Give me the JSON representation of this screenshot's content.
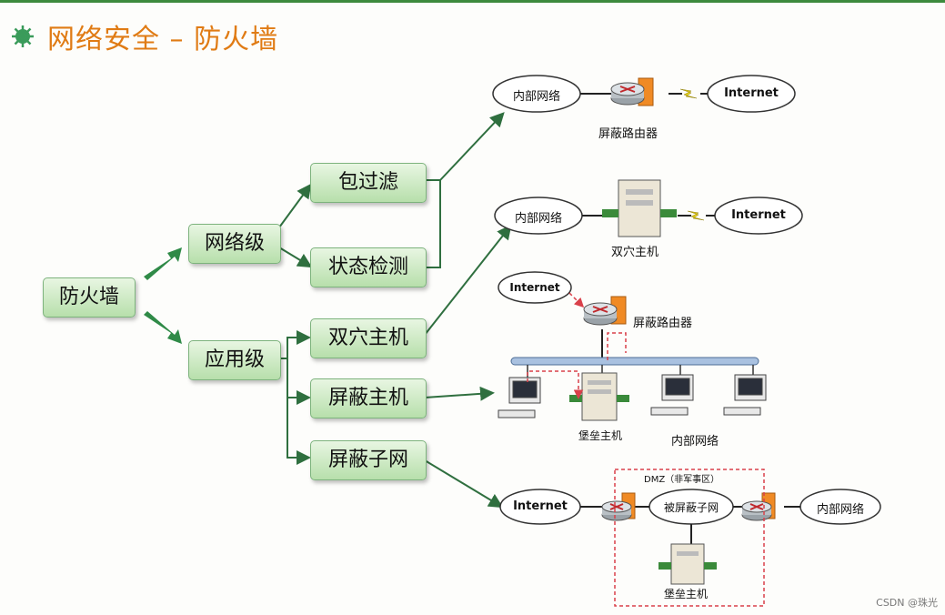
{
  "title": "网络安全 – 防火墙",
  "tree": {
    "root": "防火墙",
    "level1": [
      "网络级",
      "应用级"
    ],
    "network_children": [
      "包过滤",
      "状态检测"
    ],
    "app_children": [
      "双穴主机",
      "屏蔽主机",
      "屏蔽子网"
    ]
  },
  "scenarios": {
    "s1": {
      "left": "内部网络",
      "right": "Internet",
      "device": "屏蔽路由器"
    },
    "s2": {
      "left": "内部网络",
      "right": "Internet",
      "device": "双穴主机"
    },
    "s3": {
      "internet": "Internet",
      "router": "屏蔽路由器",
      "bastion": "堡垒主机",
      "lan": "内部网络"
    },
    "s4": {
      "internet": "Internet",
      "dmz": "DMZ（非军事区）",
      "subnet": "被屏蔽子网",
      "lan": "内部网络",
      "bastion": "堡垒主机"
    }
  },
  "watermark": "CSDN @珠光",
  "colors": {
    "title": "#e07b14",
    "node_bg": "#c9e8bf",
    "arrow": "#2f8a47",
    "link": "#2f6f3f",
    "dashed": "#d9404a"
  }
}
